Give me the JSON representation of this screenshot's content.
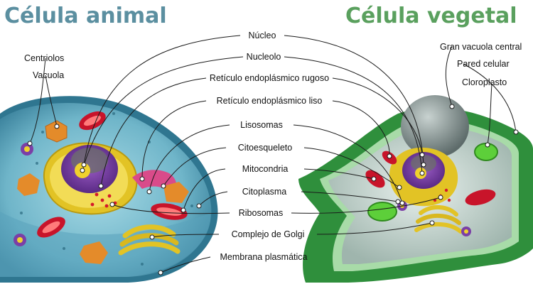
{
  "titles": {
    "animal": "Célula animal",
    "vegetal": "Célula vegetal"
  },
  "colors": {
    "animal_title": "#5b8fa0",
    "vegetal_title": "#5aa05e",
    "cytoplasm_animal": "#7ec3d6",
    "cell_wall": "#3f9a48",
    "nucleus": "#7b3fa6",
    "nucleolus": "#f0d22e",
    "mitochondria": "#c8142a",
    "chloroplast": "#5dcf3a",
    "golgi": "#e2c325",
    "lysosome": "#e48b2a"
  },
  "labels": {
    "center": [
      "Núcleo",
      "Nucleolo",
      "Retículo endoplásmico rugoso",
      "Retículo endoplásmico liso",
      "Lisosomas",
      "Citoesqueleto",
      "Mitocondria",
      "Citoplasma",
      "Ribosomas",
      "Complejo de Golgi",
      "Membrana plasmática"
    ],
    "animal_only": [
      "Centriolos",
      "Vacuola"
    ],
    "vegetal_only": [
      "Gran vacuola central",
      "Pared celular",
      "Cloroplasto"
    ]
  }
}
